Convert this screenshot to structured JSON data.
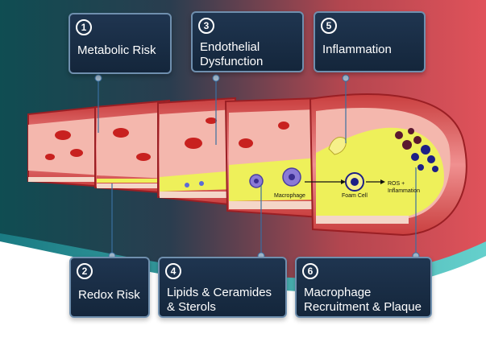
{
  "cards": [
    {
      "number": "1",
      "title": "Metabolic Risk"
    },
    {
      "number": "2",
      "title": "Redox Risk"
    },
    {
      "number": "3",
      "title": "Endothelial Dysfunction"
    },
    {
      "number": "4",
      "title": "Lipids & Ceramides & Sterols"
    },
    {
      "number": "5",
      "title": "Inflammation"
    },
    {
      "number": "6",
      "title": "Macrophage Recruitment & Plaque"
    }
  ],
  "labels": {
    "macrophage": "Macrophage",
    "foam_cell": "Foam Cell",
    "ros_line1": "ROS +",
    "ros_line2": "Inflammation"
  },
  "colors": {
    "bg_left": "#0f4d52",
    "bg_right": "#e0525a",
    "card_bg": "#1b2e47",
    "card_border": "#6f8fae",
    "vessel_wall": "#e46b6b",
    "lumen": "#f4b7ad",
    "plaque": "#eef05a",
    "foam": "#f6f08a",
    "red_cell": "#c8211f",
    "macrophage": "#8a7ad6",
    "inflam_cells": "#1d1f86"
  }
}
